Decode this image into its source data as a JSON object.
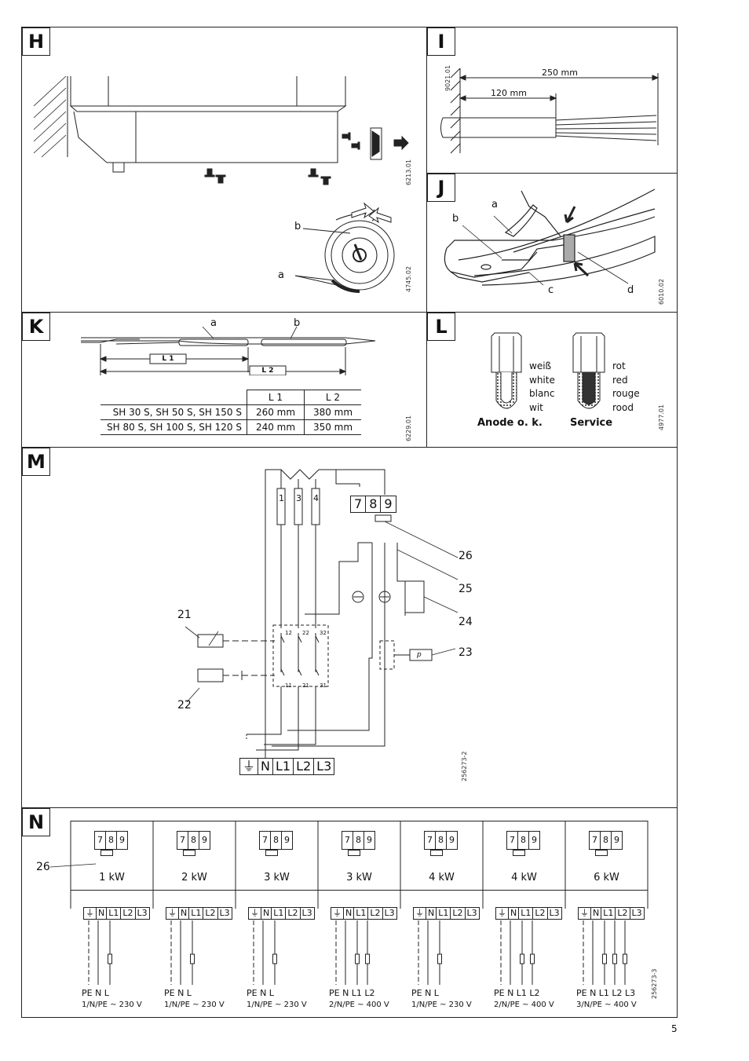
{
  "panels": {
    "H": "H",
    "I": "I",
    "J": "J",
    "K": "K",
    "L": "L",
    "M": "M",
    "N": "N"
  },
  "codes": {
    "h1": "6213.01",
    "h2": "4745.02",
    "i": "9021.01",
    "j": "6010.02",
    "k": "6229.01",
    "l": "4977.01",
    "m": "256273-2",
    "n": "256273-3"
  },
  "h": {
    "b": "b",
    "a": "a"
  },
  "i": {
    "dim_long": "250 mm",
    "dim_short": "120 mm"
  },
  "j": {
    "a": "a",
    "b": "b",
    "c": "c",
    "d": "d"
  },
  "k": {
    "a": "a",
    "b": "b",
    "l1": "L 1",
    "l2": "L 2",
    "table": {
      "headers": [
        "L 1",
        "L 2"
      ],
      "rows": [
        {
          "model": "SH 30 S, SH 50 S, SH 150 S",
          "l1": "260 mm",
          "l2": "380 mm"
        },
        {
          "model": "SH 80 S, SH 100 S, SH 120 S",
          "l1": "240 mm",
          "l2": "350 mm"
        }
      ]
    }
  },
  "l": {
    "left_colors": [
      "weiß",
      "white",
      "blanc",
      "wit"
    ],
    "right_colors": [
      "rot",
      "red",
      "rouge",
      "rood"
    ],
    "left_caption": "Anode o. k.",
    "right_caption": "Service"
  },
  "m": {
    "heaters": [
      "1",
      "3",
      "4"
    ],
    "block789": [
      "7",
      "8",
      "9"
    ],
    "mains": [
      "N",
      "L1",
      "L2",
      "L3"
    ],
    "contacts_top": [
      "12",
      "22",
      "32"
    ],
    "contacts_bottom": [
      "11",
      "21",
      "31"
    ],
    "refs": [
      "26",
      "25",
      "24",
      "23",
      "21",
      "22"
    ],
    "p_label": "p"
  },
  "n": {
    "ref": "26",
    "block789": [
      "7",
      "8",
      "9"
    ],
    "terminals": [
      "N",
      "L1",
      "L2",
      "L3"
    ],
    "columns": [
      {
        "power": "1 kW",
        "conductors": "PE N L",
        "supply": "1/N/PE ~ 230 V"
      },
      {
        "power": "2 kW",
        "conductors": "PE N L",
        "supply": "1/N/PE ~ 230 V"
      },
      {
        "power": "3 kW",
        "conductors": "PE N L",
        "supply": "1/N/PE ~ 230 V"
      },
      {
        "power": "3 kW",
        "conductors": "PE N L1 L2",
        "supply": "2/N/PE ~ 400 V"
      },
      {
        "power": "4 kW",
        "conductors": "PE N L",
        "supply": "1/N/PE ~ 230 V"
      },
      {
        "power": "4 kW",
        "conductors": "PE N L1 L2",
        "supply": "2/N/PE ~ 400 V"
      },
      {
        "power": "6 kW",
        "conductors": "PE N L1 L2 L3",
        "supply": "3/N/PE ~ 400 V"
      }
    ]
  },
  "page_number": "5"
}
